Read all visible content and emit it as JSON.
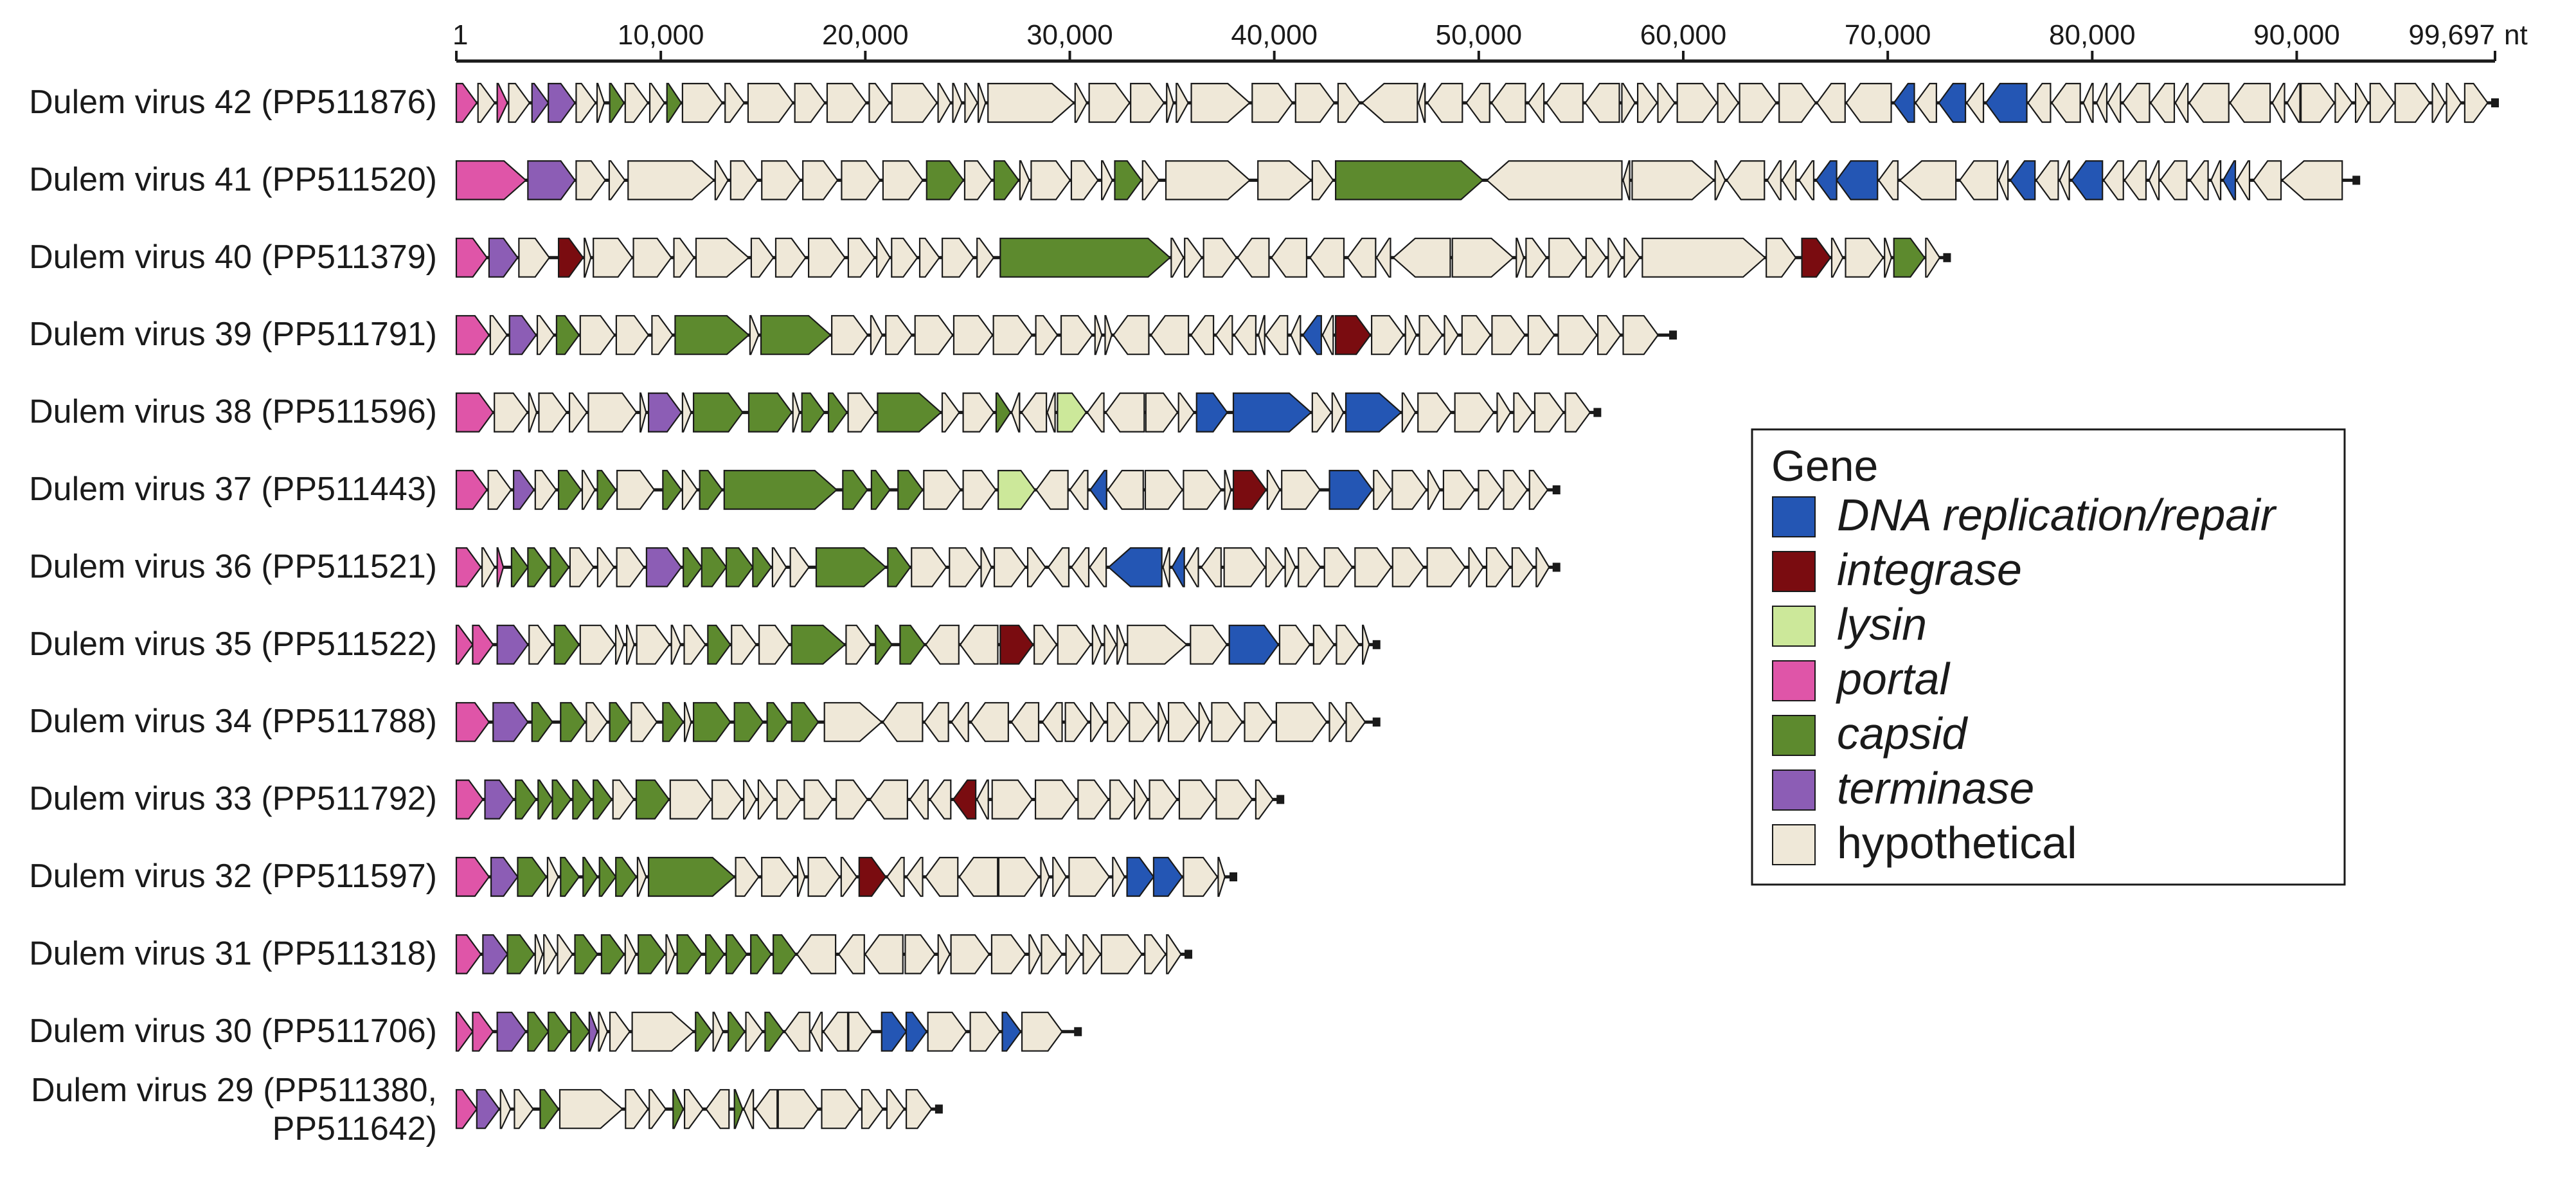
{
  "scale": {
    "max_nt": 99697,
    "unit": "nt",
    "ticks": [
      {
        "pos": 1,
        "label": "1"
      },
      {
        "pos": 10000,
        "label": "10,000"
      },
      {
        "pos": 20000,
        "label": "20,000"
      },
      {
        "pos": 30000,
        "label": "30,000"
      },
      {
        "pos": 40000,
        "label": "40,000"
      },
      {
        "pos": 50000,
        "label": "50,000"
      },
      {
        "pos": 60000,
        "label": "60,000"
      },
      {
        "pos": 70000,
        "label": "70,000"
      },
      {
        "pos": 80000,
        "label": "80,000"
      },
      {
        "pos": 90000,
        "label": "90,000"
      },
      {
        "pos": 99697,
        "label": "99,697"
      }
    ]
  },
  "legend": {
    "title": "Gene",
    "items": [
      {
        "key": "dna",
        "label": "DNA replication/repair",
        "color": "#2456b4",
        "italic": true
      },
      {
        "key": "int",
        "label": "integrase",
        "color": "#7a0c10",
        "italic": true
      },
      {
        "key": "lys",
        "label": "lysin",
        "color": "#cce89a",
        "italic": true
      },
      {
        "key": "por",
        "label": "portal",
        "color": "#df55a8",
        "italic": true
      },
      {
        "key": "cap",
        "label": "capsid",
        "color": "#5d8a2e",
        "italic": true
      },
      {
        "key": "ter",
        "label": "terminase",
        "color": "#8c5db5",
        "italic": true
      },
      {
        "key": "hyp",
        "label": "hypothetical",
        "color": "#efe8d8",
        "italic": false
      }
    ]
  },
  "genomes": [
    {
      "name": [
        "Dulem virus 42 (PP511876)"
      ],
      "length": 99697,
      "colored": [
        [
          "por",
          0,
          1000
        ],
        [
          "por",
          2000,
          2500
        ],
        [
          "ter",
          3700,
          4500
        ],
        [
          "ter",
          4500,
          5800
        ],
        [
          "cap",
          7500,
          8200
        ],
        [
          "cap",
          10300,
          11000
        ],
        [
          "hyp",
          21300,
          23500
        ],
        [
          "hyp",
          26000,
          30200
        ],
        [
          "hyp",
          44300,
          47000
        ],
        [
          "dna",
          70300,
          71300
        ],
        [
          "dna",
          72500,
          73800
        ],
        [
          "dna",
          74800,
          76800
        ],
        [
          "hyp",
          81500,
          82800
        ]
      ]
    },
    {
      "name": [
        "Dulem virus 41 (PP511520)"
      ],
      "length": 92915,
      "colored": [
        [
          "por",
          0,
          3400
        ],
        [
          "ter",
          3500,
          5800
        ],
        [
          "hyp",
          8400,
          12600
        ],
        [
          "cap",
          23000,
          24800
        ],
        [
          "cap",
          26300,
          27500
        ],
        [
          "cap",
          32200,
          33500
        ],
        [
          "hyp",
          34700,
          38800
        ],
        [
          "hyp",
          39200,
          41800
        ],
        [
          "cap",
          43000,
          50200
        ],
        [
          "hyp",
          50400,
          57000
        ],
        [
          "hyp",
          57500,
          61500
        ],
        [
          "dna",
          66500,
          67500
        ],
        [
          "dna",
          67500,
          69500
        ],
        [
          "dna",
          76000,
          77200
        ],
        [
          "dna",
          79000,
          80500
        ],
        [
          "dna",
          86400,
          87000
        ]
      ]
    },
    {
      "name": [
        "Dulem virus 40 (PP511379)"
      ],
      "length": 72900,
      "colored": [
        [
          "por",
          0,
          1500
        ],
        [
          "ter",
          1600,
          3000
        ],
        [
          "int",
          5000,
          6200
        ],
        [
          "hyp",
          6700,
          8600
        ],
        [
          "cap",
          26600,
          34900
        ],
        [
          "hyp",
          58000,
          64000
        ],
        [
          "int",
          65800,
          67200
        ],
        [
          "cap",
          70300,
          71800
        ]
      ]
    },
    {
      "name": [
        "Dulem virus 39 (PP511791)"
      ],
      "length": 59500,
      "colored": [
        [
          "por",
          0,
          1600
        ],
        [
          "ter",
          2600,
          3900
        ],
        [
          "cap",
          4900,
          6000
        ],
        [
          "cap",
          10700,
          14300
        ],
        [
          "cap",
          14900,
          18300
        ],
        [
          "dna",
          41400,
          42300
        ],
        [
          "int",
          43000,
          44700
        ]
      ]
    },
    {
      "name": [
        "Dulem virus 38 (PP511596)"
      ],
      "length": 55800,
      "colored": [
        [
          "por",
          0,
          1800
        ],
        [
          "ter",
          9400,
          11000
        ],
        [
          "cap",
          11600,
          14000
        ],
        [
          "cap",
          14300,
          16400
        ],
        [
          "cap",
          16900,
          18000
        ],
        [
          "cap",
          18200,
          19100
        ],
        [
          "cap",
          20600,
          23700
        ],
        [
          "cap",
          26400,
          27100
        ],
        [
          "lys",
          29400,
          30800
        ],
        [
          "dna",
          36200,
          37700
        ],
        [
          "dna",
          38000,
          41800
        ],
        [
          "dna",
          43500,
          46200
        ]
      ]
    },
    {
      "name": [
        "Dulem virus 37 (PP511443)"
      ],
      "length": 53800,
      "colored": [
        [
          "por",
          0,
          1500
        ],
        [
          "ter",
          2800,
          3800
        ],
        [
          "cap",
          5000,
          6100
        ],
        [
          "cap",
          6900,
          7800
        ],
        [
          "cap",
          10100,
          11000
        ],
        [
          "cap",
          11900,
          13000
        ],
        [
          "cap",
          13100,
          18600
        ],
        [
          "cap",
          18900,
          20100
        ],
        [
          "cap",
          20300,
          21200
        ],
        [
          "cap",
          21600,
          22800
        ],
        [
          "lys",
          26500,
          28300
        ],
        [
          "dna",
          31000,
          31800
        ],
        [
          "int",
          38000,
          39600
        ],
        [
          "dna",
          42700,
          44800
        ]
      ]
    },
    {
      "name": [
        "Dulem virus 36 (PP511521)"
      ],
      "length": 53800,
      "colored": [
        [
          "por",
          0,
          1200
        ],
        [
          "por",
          2000,
          2300
        ],
        [
          "cap",
          2700,
          3500
        ],
        [
          "cap",
          3500,
          4500
        ],
        [
          "cap",
          4600,
          5500
        ],
        [
          "ter",
          9300,
          11000
        ],
        [
          "cap",
          11100,
          12000
        ],
        [
          "cap",
          12000,
          13200
        ],
        [
          "cap",
          13200,
          14500
        ],
        [
          "cap",
          14500,
          15400
        ],
        [
          "cap",
          17600,
          21000
        ],
        [
          "cap",
          21100,
          22200
        ],
        [
          "dna",
          31900,
          34500
        ],
        [
          "dna",
          35000,
          35600
        ]
      ]
    },
    {
      "name": [
        "Dulem virus 35 (PP511522)"
      ],
      "length": 45000,
      "colored": [
        [
          "por",
          0,
          800
        ],
        [
          "por",
          800,
          1800
        ],
        [
          "ter",
          2000,
          3500
        ],
        [
          "cap",
          4800,
          6000
        ],
        [
          "cap",
          12300,
          13400
        ],
        [
          "cap",
          16400,
          19000
        ],
        [
          "cap",
          20500,
          21300
        ],
        [
          "cap",
          21700,
          22900
        ],
        [
          "int",
          26600,
          28200
        ],
        [
          "dna",
          37800,
          40200
        ]
      ]
    },
    {
      "name": [
        "Dulem virus 34 (PP511788)"
      ],
      "length": 45000,
      "colored": [
        [
          "por",
          0,
          1600
        ],
        [
          "ter",
          1800,
          3500
        ],
        [
          "cap",
          3700,
          4700
        ],
        [
          "cap",
          5100,
          6300
        ],
        [
          "cap",
          7500,
          8500
        ],
        [
          "cap",
          10100,
          11100
        ],
        [
          "cap",
          11600,
          13400
        ],
        [
          "cap",
          13600,
          15000
        ],
        [
          "cap",
          15200,
          16200
        ],
        [
          "cap",
          16400,
          17700
        ],
        [
          "hyp",
          18000,
          20800
        ]
      ]
    },
    {
      "name": [
        "Dulem virus 33 (PP511792)"
      ],
      "length": 40300,
      "colored": [
        [
          "por",
          0,
          1300
        ],
        [
          "ter",
          1400,
          2800
        ],
        [
          "cap",
          2900,
          3900
        ],
        [
          "cap",
          4000,
          4700
        ],
        [
          "cap",
          4700,
          5600
        ],
        [
          "cap",
          5700,
          6600
        ],
        [
          "cap",
          6700,
          7600
        ],
        [
          "cap",
          8800,
          10400
        ],
        [
          "int",
          24300,
          25400
        ]
      ]
    },
    {
      "name": [
        "Dulem virus 32 (PP511597)"
      ],
      "length": 38000,
      "colored": [
        [
          "por",
          0,
          1600
        ],
        [
          "ter",
          1700,
          3000
        ],
        [
          "cap",
          3000,
          4400
        ],
        [
          "cap",
          5100,
          6000
        ],
        [
          "cap",
          6200,
          6900
        ],
        [
          "cap",
          7000,
          7800
        ],
        [
          "cap",
          7800,
          8800
        ],
        [
          "cap",
          9400,
          13600
        ],
        [
          "int",
          19700,
          21000
        ],
        [
          "dna",
          32800,
          34100
        ],
        [
          "dna",
          34100,
          35500
        ]
      ]
    },
    {
      "name": [
        "Dulem virus 31 (PP511318)"
      ],
      "length": 35800,
      "colored": [
        [
          "por",
          0,
          1200
        ],
        [
          "ter",
          1300,
          2500
        ],
        [
          "cap",
          2500,
          3800
        ],
        [
          "cap",
          5800,
          6900
        ],
        [
          "cap",
          7100,
          8200
        ],
        [
          "cap",
          8900,
          10200
        ],
        [
          "cap",
          10800,
          12000
        ],
        [
          "cap",
          12200,
          13100
        ],
        [
          "cap",
          13200,
          14200
        ],
        [
          "cap",
          14400,
          15400
        ],
        [
          "cap",
          15500,
          16600
        ]
      ]
    },
    {
      "name": [
        "Dulem virus 30 (PP511706)"
      ],
      "length": 30400,
      "colored": [
        [
          "por",
          0,
          800
        ],
        [
          "por",
          800,
          1800
        ],
        [
          "ter",
          2000,
          3400
        ],
        [
          "cap",
          3500,
          4500
        ],
        [
          "cap",
          4500,
          5500
        ],
        [
          "cap",
          5600,
          6500
        ],
        [
          "ter",
          6500,
          6900
        ],
        [
          "hyp",
          8600,
          11600
        ],
        [
          "cap",
          11700,
          12500
        ],
        [
          "cap",
          13300,
          14100
        ],
        [
          "cap",
          15100,
          16000
        ],
        [
          "dna",
          20800,
          22000
        ],
        [
          "dna",
          22000,
          23000
        ],
        [
          "dna",
          26700,
          27600
        ]
      ]
    },
    {
      "name": [
        "Dulem virus 29 (PP511380,",
        "PP511642)"
      ],
      "length": 23600,
      "colored": [
        [
          "por",
          0,
          1000
        ],
        [
          "ter",
          1000,
          2100
        ],
        [
          "cap",
          4100,
          5000
        ],
        [
          "cap",
          10600,
          11100
        ],
        [
          "cap",
          13600,
          14000
        ]
      ]
    }
  ]
}
